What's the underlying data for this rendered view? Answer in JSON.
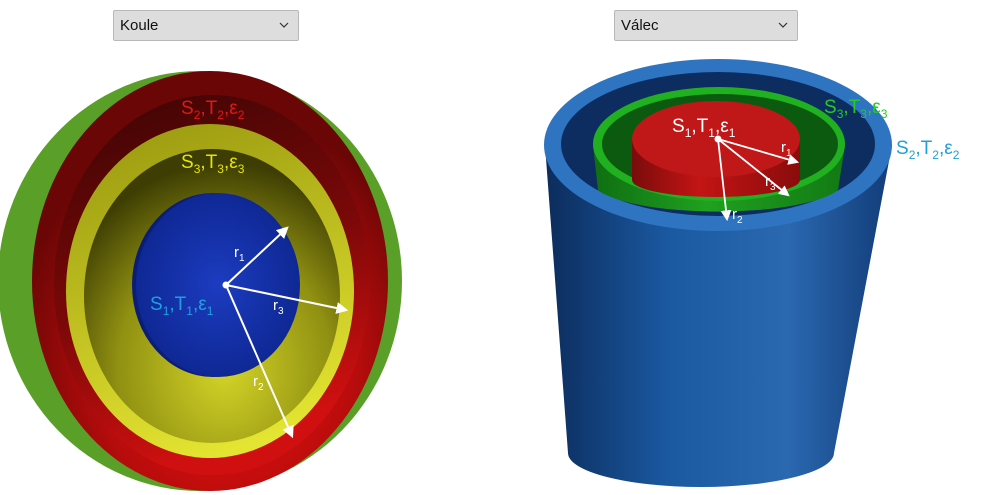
{
  "left_panel": {
    "dropdown": {
      "selected": "Koule"
    },
    "labels": {
      "outer": {
        "S": "S",
        "s_sub": "2",
        "T": "T",
        "t_sub": "2",
        "e": "ε",
        "e_sub": "2"
      },
      "middle": {
        "S": "S",
        "s_sub": "3",
        "T": "T",
        "t_sub": "3",
        "e": "ε",
        "e_sub": "3"
      },
      "inner": {
        "S": "S",
        "s_sub": "1",
        "T": "T",
        "t_sub": "1",
        "e": "ε",
        "e_sub": "1"
      },
      "r1": {
        "r": "r",
        "sub": "1"
      },
      "r2": {
        "r": "r",
        "sub": "2"
      },
      "r3": {
        "r": "r",
        "sub": "3"
      },
      "sep": ","
    },
    "colors": {
      "outer_label": "#e01818",
      "middle_label": "#e6e600",
      "inner_label": "#1ea0e0"
    }
  },
  "right_panel": {
    "dropdown": {
      "selected": "Válec"
    },
    "labels": {
      "inner": {
        "S": "S",
        "s_sub": "1",
        "T": "T",
        "t_sub": "1",
        "e": "ε",
        "e_sub": "1"
      },
      "middle": {
        "S": "S",
        "s_sub": "3",
        "T": "T",
        "t_sub": "3",
        "e": "ε",
        "e_sub": "3"
      },
      "outer": {
        "S": "S",
        "s_sub": "2",
        "T": "T",
        "t_sub": "2",
        "e": "ε",
        "e_sub": "2"
      },
      "r1": {
        "r": "r",
        "sub": "1"
      },
      "r2": {
        "r": "r",
        "sub": "2"
      },
      "r3": {
        "r": "r",
        "sub": "3"
      },
      "sep": ","
    },
    "colors": {
      "inner_label": "#ffffff",
      "middle_label": "#22cc22",
      "outer_label": "#1fa0d8"
    }
  }
}
